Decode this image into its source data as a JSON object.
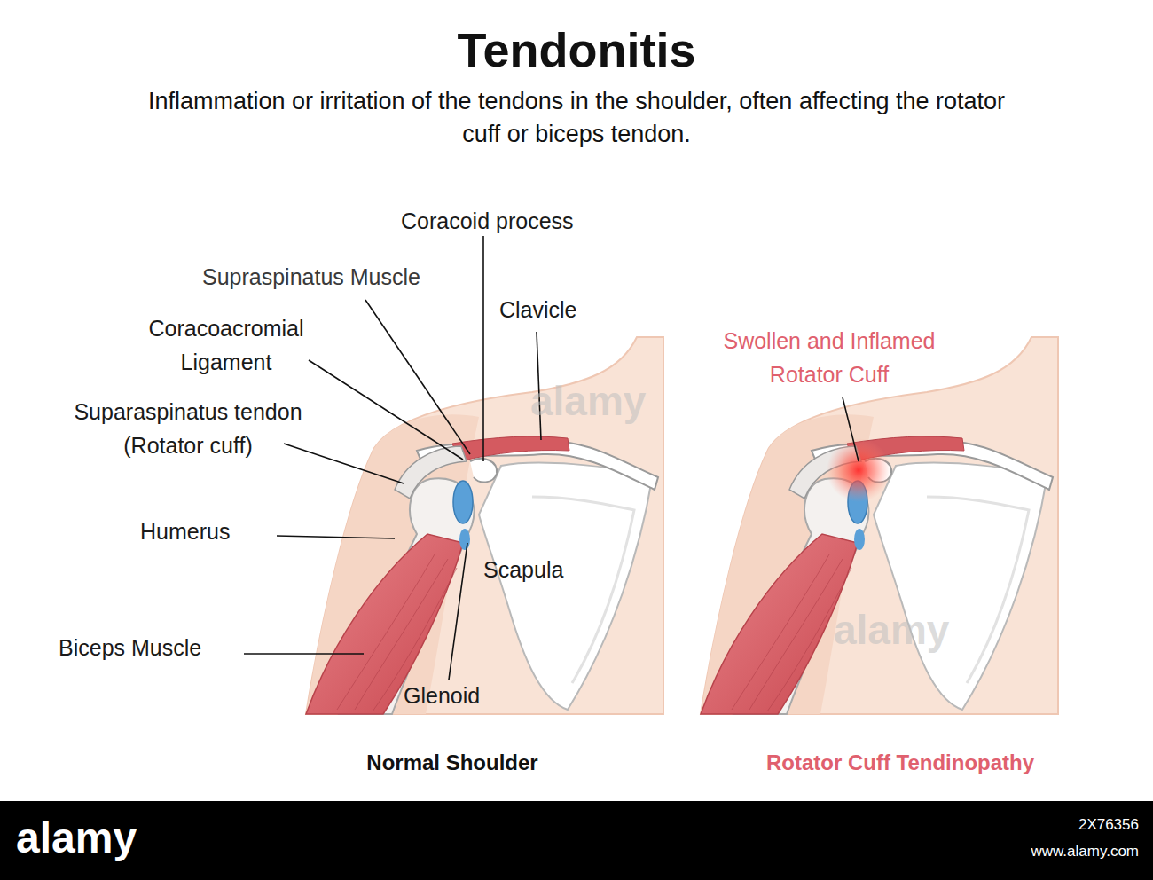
{
  "diagram": {
    "title": "Tendonitis",
    "labels": [
      "Inflammation or irritation of the tendons in the shoulder, often affecting the rotator cuff or biceps tendon.",
      "Coracoid process",
      "Supraspinatus Muscle",
      "Clavicle",
      "Coracoacromial Ligament",
      "Suparaspinatus tendon (Rotator cuff)",
      "Humerus",
      "Scapula",
      "Biceps Muscle",
      "Glenoid",
      "Swollen and Inflamed Rotator Cuff",
      "Normal Shoulder",
      "Rotator Cuff Tendinopathy",
      "alamy",
      "alamy",
      "alamy",
      "2X76356",
      "www.alamy.com"
    ]
  }
}
